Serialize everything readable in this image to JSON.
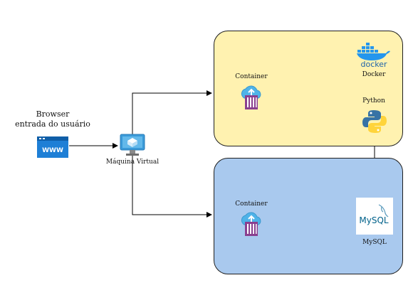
{
  "browser": {
    "title": "Browser",
    "subtitle": "entrada do usuário",
    "icon": "browser-www-icon",
    "icon_text": "WWW"
  },
  "vm": {
    "label": "Máquina Virtual",
    "icon": "virtual-machine-icon"
  },
  "docker_box": {
    "container_label": "Container",
    "docker_label": "Docker",
    "docker_logo_text": "docker",
    "python_label": "Python",
    "color": "#fff2b0"
  },
  "db_box": {
    "container_label": "Container",
    "mysql_label": "MySQL",
    "mysql_logo_text": "MySQL",
    "color": "#a9c9ee"
  }
}
